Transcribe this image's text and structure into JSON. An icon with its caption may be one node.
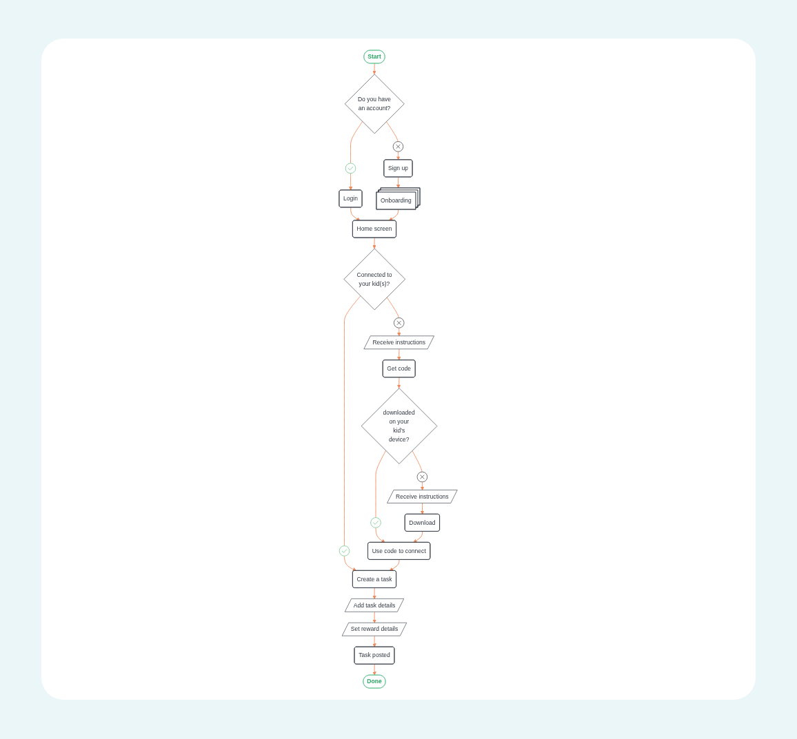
{
  "diagram": {
    "nodes": [
      {
        "text": [
          "Start"
        ]
      },
      {
        "text": [
          "Do you have an account?"
        ]
      },
      {
        "text": [],
        "shape": "check"
      },
      {
        "text": [],
        "shape": "cross"
      },
      {
        "text": [
          "Sign up"
        ]
      },
      {
        "text": [
          "Login"
        ]
      },
      {
        "text": [
          "Onboarding"
        ]
      },
      {
        "text": [
          "Home screen"
        ]
      },
      {
        "text": [
          "Connected to your kid(s)?"
        ]
      },
      {
        "text": [],
        "shape": "cross"
      },
      {
        "text": [
          "Receive instructions"
        ]
      },
      {
        "text": [],
        "shape": "check"
      },
      {
        "text": [
          "Add task details"
        ]
      },
      {
        "text": [
          "Create a task"
        ]
      },
      {
        "text": [
          "Get code"
        ]
      },
      {
        "text": [
          "Set reward details"
        ]
      },
      {
        "text": [
          "Use code to connect"
        ]
      },
      {
        "text": [],
        "shape": "check"
      },
      {
        "text": [
          "downloaded on your kid’s device?"
        ]
      },
      {
        "text": [
          "Task posted"
        ]
      },
      {
        "text": [],
        "shape": "cross"
      },
      {
        "text": [
          "Done"
        ]
      },
      {
        "text": [
          "Download"
        ]
      },
      {
        "text": [
          "Receive instructions"
        ]
      }
    ],
    "edges": [
      {
        "from": 0,
        "to": 1,
        "arrow": "to"
      },
      {
        "from": 1,
        "to": 2,
        "arrow": "none"
      },
      {
        "from": 2,
        "to": 5,
        "arrow": "to"
      },
      {
        "from": 1,
        "to": 3,
        "arrow": "none"
      },
      {
        "from": 3,
        "to": 4,
        "arrow": "to"
      },
      {
        "from": 4,
        "to": 6,
        "arrow": "to"
      },
      {
        "from": 5,
        "to": 7,
        "arrow": "to"
      },
      {
        "from": 6,
        "to": 7,
        "arrow": "to"
      },
      {
        "from": 7,
        "to": 8,
        "arrow": "to"
      },
      {
        "from": 8,
        "to": 9,
        "arrow": "none"
      },
      {
        "from": 9,
        "to": 10,
        "arrow": "to"
      },
      {
        "from": 8,
        "to": 11,
        "arrow": "none"
      },
      {
        "from": 11,
        "to": 13,
        "arrow": "to"
      },
      {
        "from": 10,
        "to": 14,
        "arrow": "to"
      },
      {
        "from": 13,
        "to": 12,
        "arrow": "to"
      },
      {
        "from": 12,
        "to": 15,
        "arrow": "to"
      },
      {
        "from": 15,
        "to": 19,
        "arrow": "to"
      },
      {
        "from": 19,
        "to": 21,
        "arrow": "to"
      },
      {
        "from": 14,
        "to": 18,
        "arrow": "to"
      },
      {
        "from": 18,
        "to": 17,
        "arrow": "none"
      },
      {
        "from": 17,
        "to": 16,
        "arrow": "to"
      },
      {
        "from": 18,
        "to": 20,
        "arrow": "none"
      },
      {
        "from": 20,
        "to": 23,
        "arrow": "to"
      },
      {
        "from": 23,
        "to": 22,
        "arrow": "to"
      },
      {
        "from": 22,
        "to": 16,
        "arrow": "to"
      },
      {
        "from": 16,
        "to": 13,
        "arrow": "to"
      }
    ]
  }
}
